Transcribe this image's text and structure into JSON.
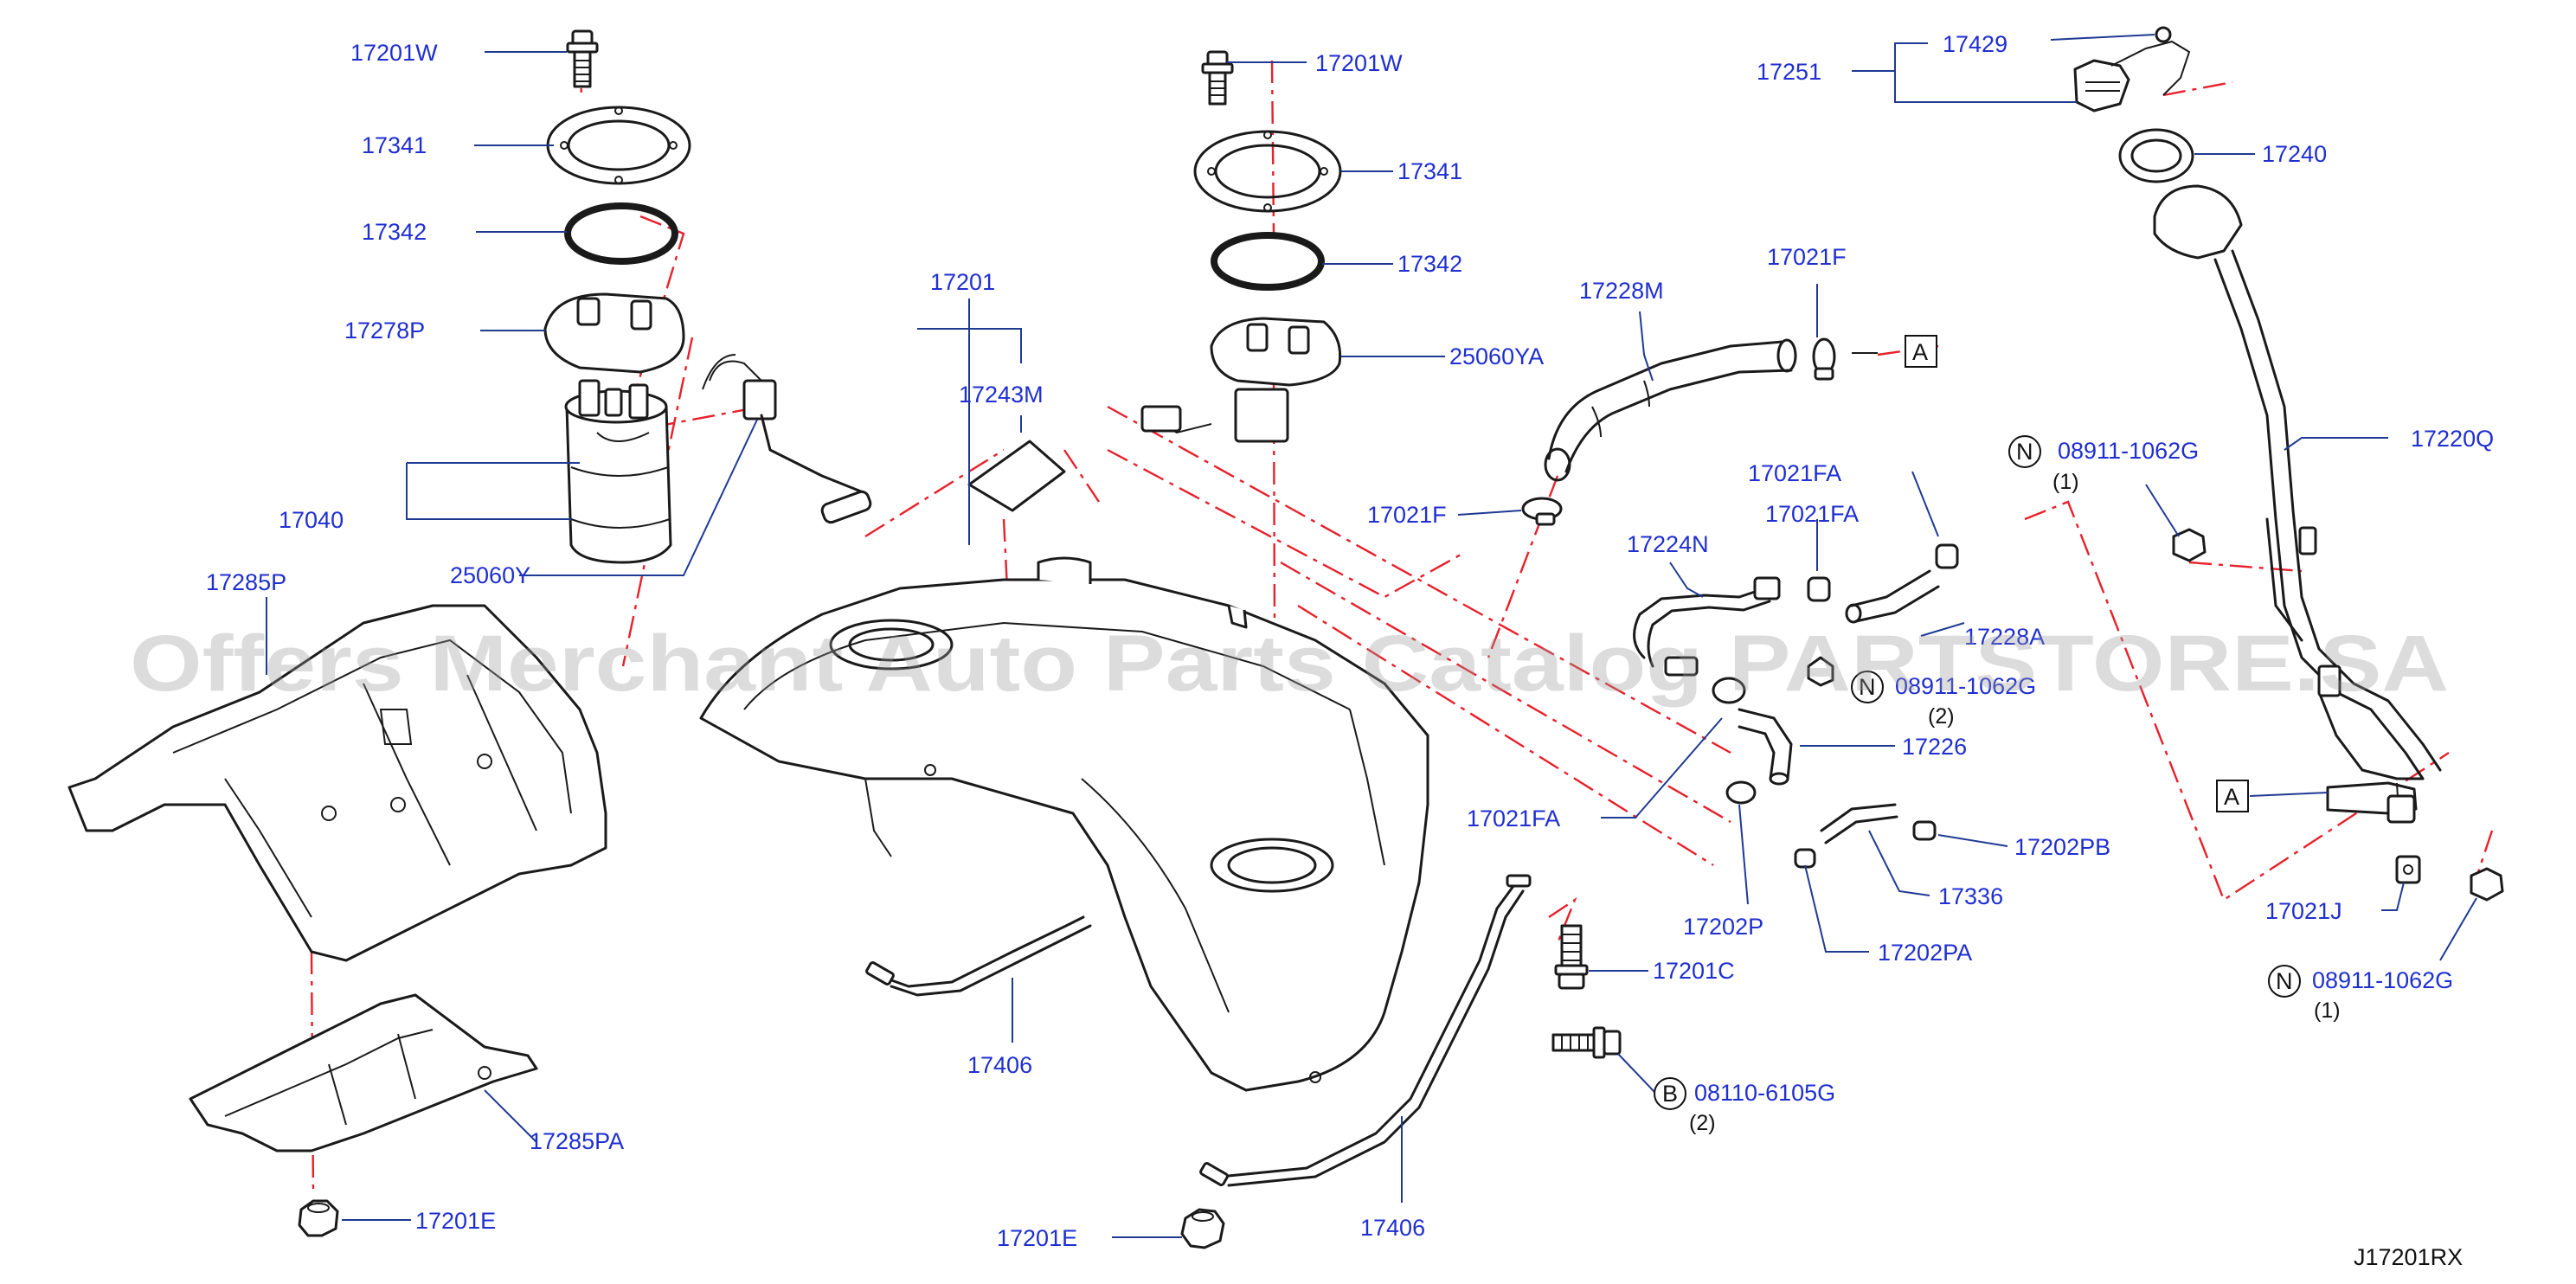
{
  "diagram_code": "J17201RX",
  "watermark": "Offers Merchant Auto Parts Catalog PARTSTORE.SA",
  "labels": {
    "l17201W_a": "17201W",
    "l17341_a": "17341",
    "l17342_a": "17342",
    "l17278P": "17278P",
    "l17040": "17040",
    "l25060Y": "25060Y",
    "l17285P": "17285P",
    "l17285PA": "17285PA",
    "l17201E_a": "17201E",
    "l17201": "17201",
    "l17243M": "17243M",
    "l17406_a": "17406",
    "l17201W_b": "17201W",
    "l17341_b": "17341",
    "l17342_b": "17342",
    "l25060YA": "25060YA",
    "l17201C": "17201C",
    "l08110": "08110-6105G",
    "l17406_b": "17406",
    "l17201E_b": "17201E",
    "l17228M": "17228M",
    "l17021F_a": "17021F",
    "l17021F_b": "17021F",
    "l17021FA_a": "17021FA",
    "l17021FA_b": "17021FA",
    "l17224N": "17224N",
    "l17228A": "17228A",
    "l08911_mid": "08911-1062G",
    "l17226": "17226",
    "l17021FA_c": "17021FA",
    "l17202PB": "17202PB",
    "l17336": "17336",
    "l17202P": "17202P",
    "l17202PA": "17202PA",
    "l17429": "17429",
    "l17251": "17251",
    "l17240": "17240",
    "l17220Q": "17220Q",
    "l08911_top": "08911-1062G",
    "l17021J": "17021J",
    "l08911_bot": "08911-1062G"
  },
  "qty": {
    "q_top": "(1)",
    "q_mid": "(2)",
    "q_bolt": "(2)",
    "q_bot": "(1)"
  },
  "callouts": {
    "N": "N",
    "B": "B",
    "A": "A"
  }
}
